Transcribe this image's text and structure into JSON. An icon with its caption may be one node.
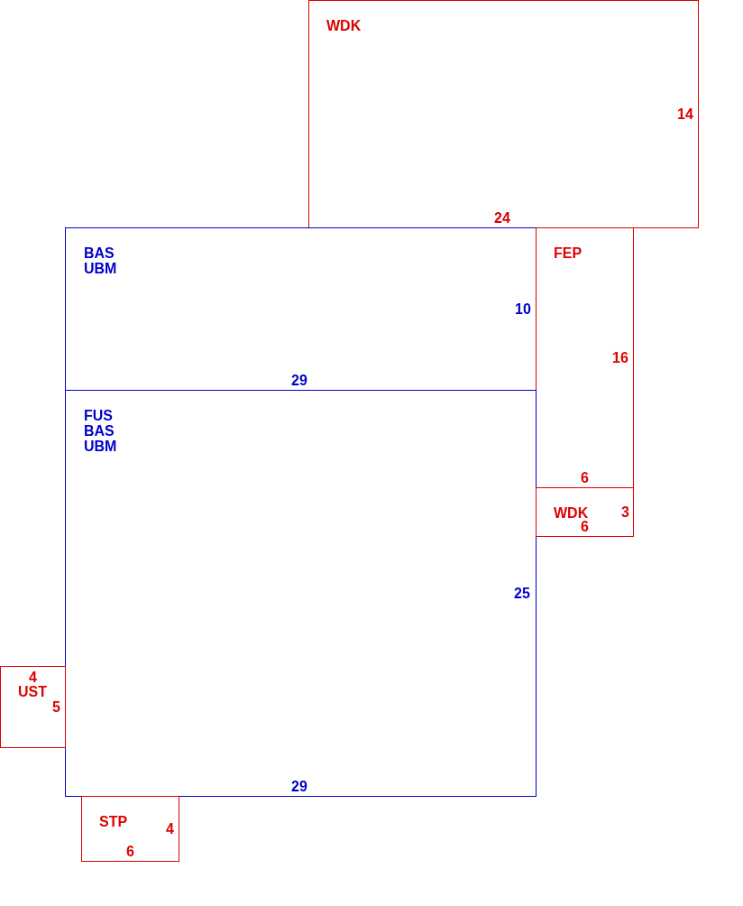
{
  "diagram": {
    "nodes": [
      {
        "text": [
          "WDK",
          "14",
          "24"
        ]
      },
      {
        "text": [
          "BAS UBM",
          "10",
          "29"
        ]
      },
      {
        "text": [
          "FEP",
          "16",
          "6"
        ]
      },
      {
        "text": [
          "FUS BAS UBM",
          "25",
          "29"
        ]
      },
      {
        "text": [
          "WDK",
          "3",
          "6"
        ]
      },
      {
        "text": [
          "4",
          "UST",
          "5"
        ]
      },
      {
        "text": [
          "STP",
          "4",
          "6"
        ]
      }
    ],
    "edges": []
  }
}
